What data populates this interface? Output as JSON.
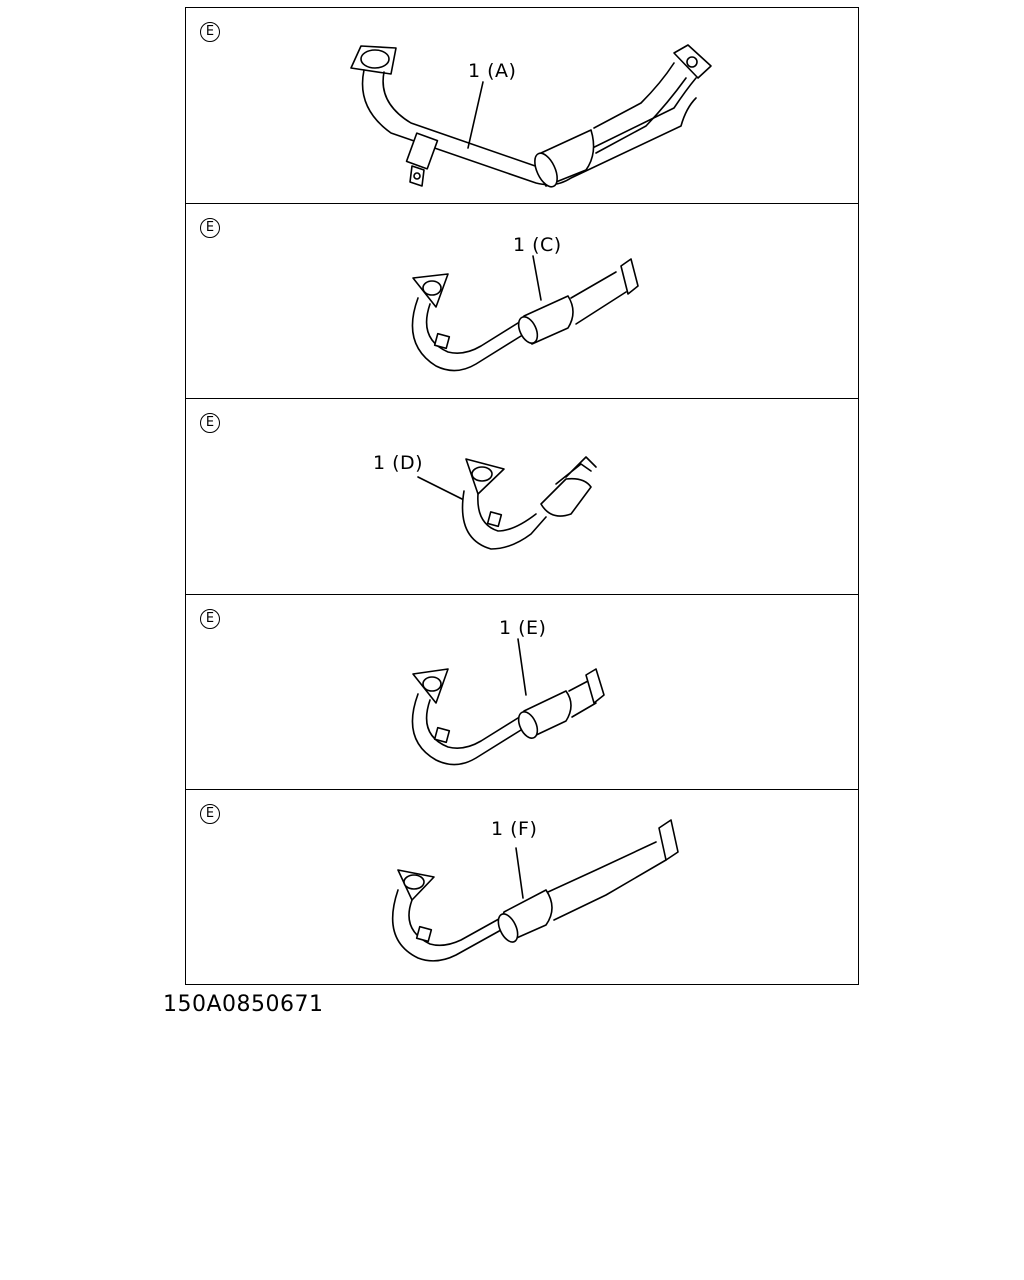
{
  "panels": [
    {
      "marker": "E",
      "callout": "1 (A)"
    },
    {
      "marker": "E",
      "callout": "1 (C)"
    },
    {
      "marker": "E",
      "callout": "1 (D)"
    },
    {
      "marker": "E",
      "callout": "1 (E)"
    },
    {
      "marker": "E",
      "callout": "1 (F)"
    }
  ],
  "figure_code": "150A0850671"
}
